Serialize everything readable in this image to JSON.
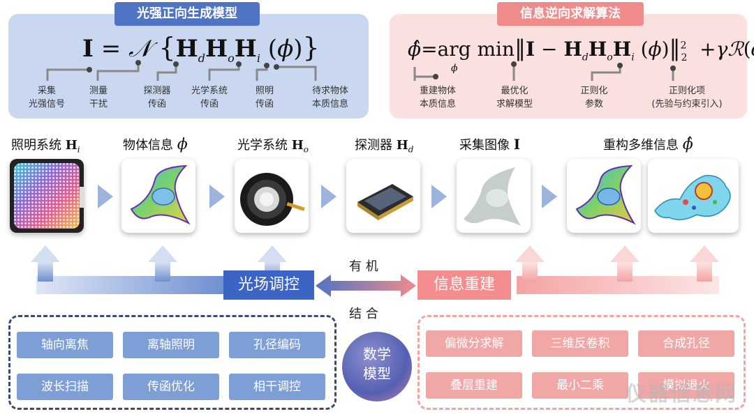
{
  "forward_panel": {
    "title": "光强正向生成模型",
    "labels": [
      "采集\n光强信号",
      "测量\n干扰",
      "探测器\n传函",
      "光学系统\n传函",
      "照明\n传函",
      "待求物体\n本质信息"
    ]
  },
  "inverse_panel": {
    "title": "信息逆向求解算法",
    "labels": [
      "重建物体\n本质信息",
      "最优化\n求解模型",
      "正则化\n参数",
      "正则化项\n(先验与约束引入)"
    ]
  },
  "stages": [
    {
      "title": "照明系统",
      "symbol": "H",
      "sub": "i"
    },
    {
      "title": "物体信息",
      "symbol": "ϕ",
      "sub": ""
    },
    {
      "title": "光学系统",
      "symbol": "H",
      "sub": "o"
    },
    {
      "title": "探测器",
      "symbol": "H",
      "sub": "d"
    },
    {
      "title": "采集图像",
      "symbol": "I",
      "sub": ""
    },
    {
      "title": "重构多维信息",
      "symbol": "ϕ̂",
      "sub": ""
    }
  ],
  "center": {
    "left_box": "光场调控",
    "right_box": "信息重建",
    "top_text": "有 机",
    "bottom_text": "结 合",
    "circle_text": "数学\n模型"
  },
  "left_methods": [
    "轴向离焦",
    "离轴照明",
    "孔径编码",
    "波长扫描",
    "传函优化",
    "相干调控"
  ],
  "right_methods": [
    "偏微分求解",
    "三维反卷积",
    "合成孔径",
    "叠层重建",
    "最小二乘",
    "模拟退火"
  ],
  "watermark": "仪器信息网",
  "colors": {
    "blue_panel": "#c9d8f0",
    "blue_tab": "#4f74c4",
    "pink_panel": "#fbe0e0",
    "pink_tab": "#f08b8b",
    "blue_box": "#3c64c4",
    "pink_box": "#f48d8d"
  }
}
